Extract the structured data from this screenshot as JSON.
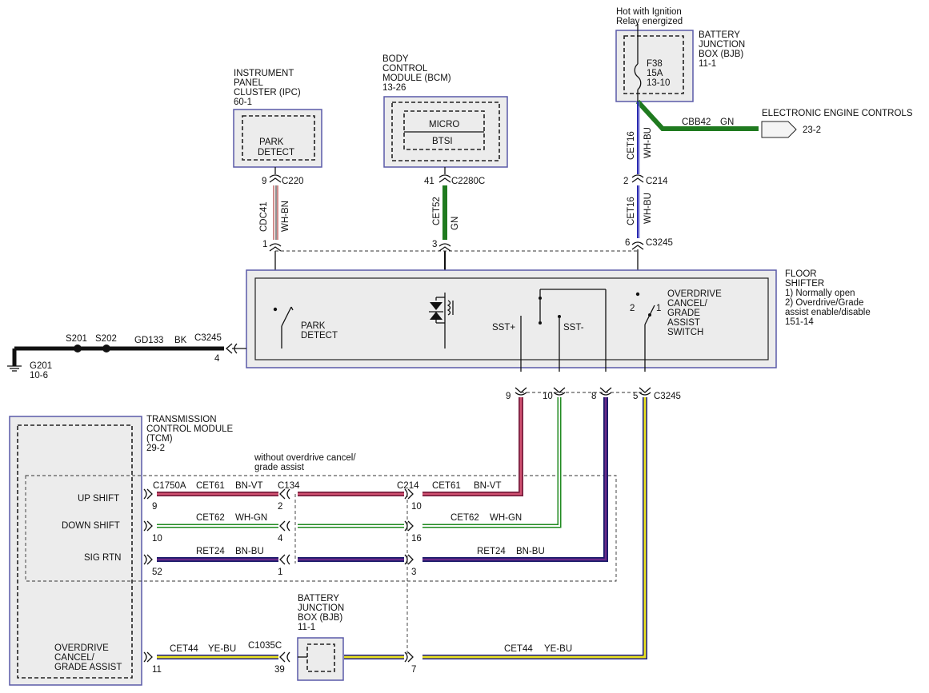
{
  "labels": {
    "hot_line1": "Hot with Ignition",
    "hot_line2": "Relay energized",
    "bjb_top_1": "BATTERY",
    "bjb_top_2": "JUNCTION",
    "bjb_top_3": "BOX (BJB)",
    "bjb_top_4": "11-1",
    "fuse_1": "F38",
    "fuse_2": "15A",
    "fuse_3": "13-10",
    "ipc_1": "INSTRUMENT",
    "ipc_2": "PANEL",
    "ipc_3": "CLUSTER (IPC)",
    "ipc_4": "60-1",
    "park_detect_1": "PARK",
    "park_detect_2": "DETECT",
    "bcm_1": "BODY",
    "bcm_2": "CONTROL",
    "bcm_3": "MODULE (BCM)",
    "bcm_4": "13-26",
    "micro": "MICRO",
    "btsi": "BTSI",
    "eec_title": "ELECTRONIC ENGINE CONTROLS",
    "eec_ref": "23-2",
    "cbb42": "CBB42",
    "gn": "GN",
    "cet16": "CET16",
    "wh_bu": "WH-BU",
    "c214": "C214",
    "pin_2": "2",
    "pin_6": "6",
    "c3245": "C3245",
    "pin_9": "9",
    "c220": "C220",
    "cdc41": "CDC41",
    "wh_bn": "WH-BN",
    "pin_1": "1",
    "pin_41": "41",
    "c2280c": "C2280C",
    "cet52": "CET52",
    "pin_3": "3",
    "floor_1": "FLOOR",
    "floor_2": "SHIFTER",
    "floor_3": "1) Normally open",
    "floor_4": "2) Overdrive/Grade",
    "floor_5": "assist enable/disable",
    "floor_6": "151-14",
    "od_1": "OVERDRIVE",
    "od_2": "CANCEL/",
    "od_3": "GRADE",
    "od_4": "ASSIST",
    "od_5": "SWITCH",
    "sst_plus": "SST+",
    "sst_minus": "SST-",
    "s201": "S201",
    "s202": "S202",
    "gd133": "GD133",
    "bk": "BK",
    "pin_4": "4",
    "g201": "G201",
    "g201_ref": "10-6",
    "pin_10": "10",
    "pin_8": "8",
    "pin_5": "5",
    "tcm_1": "TRANSMISSION",
    "tcm_2": "CONTROL MODULE",
    "tcm_3": "(TCM)",
    "tcm_4": "29-2",
    "without_1": "without overdrive cancel/",
    "without_2": "grade assist",
    "up_shift": "UP SHIFT",
    "down_shift": "DOWN SHIFT",
    "sig_rtn": "SIG RTN",
    "od_cancel_1": "OVERDRIVE",
    "od_cancel_2": "CANCEL/",
    "od_cancel_3": "GRADE ASSIST",
    "c1750a": "C1750A",
    "cet61": "CET61",
    "bn_vt": "BN-VT",
    "c134": "C134",
    "c214b": "C214",
    "cet62": "CET62",
    "wh_gn": "WH-GN",
    "ret24": "RET24",
    "bn_bu": "BN-BU",
    "pin_52": "52",
    "pin_16": "16",
    "cet44": "CET44",
    "ye_bu": "YE-BU",
    "c1035c": "C1035C",
    "pin_11": "11",
    "pin_39": "39",
    "pin_7": "7",
    "bjb_bot_1": "BATTERY",
    "bjb_bot_2": "JUNCTION",
    "bjb_bot_3": "BOX (BJB)",
    "bjb_bot_4": "11-1"
  },
  "wire_colors": {
    "BN-VT": [
      "#c0405a",
      "#7a2040"
    ],
    "WH-GN": [
      "#ffffff",
      "#1f8a1f"
    ],
    "BN-BU": [
      "#5a1a7a",
      "#1a1a6a"
    ],
    "YE-BU": [
      "#e8e020",
      "#1a1a8a"
    ],
    "GN": "#1f8a1f",
    "WH-BU": [
      "#ffffff",
      "#2a2ab0"
    ],
    "WH-BN": [
      "#ffffff",
      "#b04040"
    ],
    "BK": "#111111"
  }
}
